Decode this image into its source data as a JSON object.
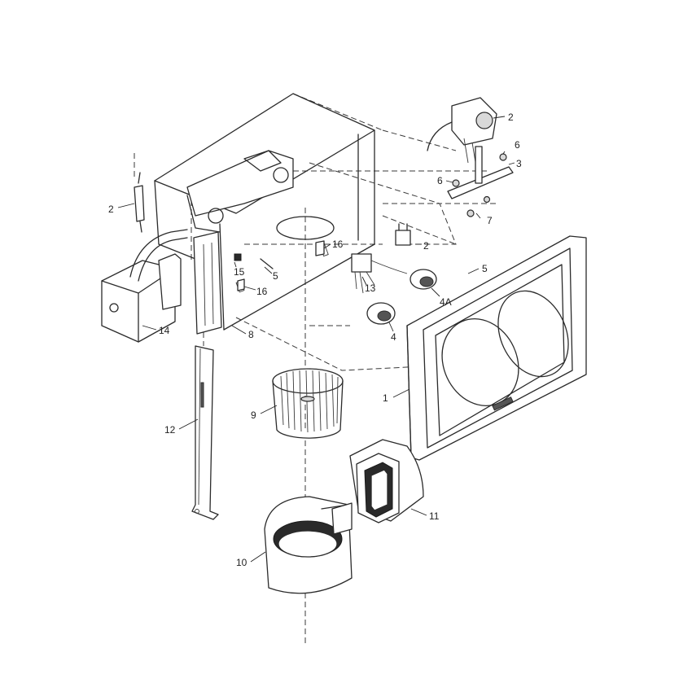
{
  "callouts": [
    {
      "id": "c1",
      "label": "1"
    },
    {
      "id": "c2a",
      "label": "2"
    },
    {
      "id": "c2b",
      "label": "2"
    },
    {
      "id": "c2c",
      "label": "2"
    },
    {
      "id": "c3",
      "label": "3"
    },
    {
      "id": "c4",
      "label": "4"
    },
    {
      "id": "c4a",
      "label": "4A"
    },
    {
      "id": "c5a",
      "label": "5"
    },
    {
      "id": "c5b",
      "label": "5"
    },
    {
      "id": "c6a",
      "label": "6"
    },
    {
      "id": "c6b",
      "label": "6"
    },
    {
      "id": "c7",
      "label": "7"
    },
    {
      "id": "c8",
      "label": "8"
    },
    {
      "id": "c9",
      "label": "9"
    },
    {
      "id": "c10",
      "label": "10"
    },
    {
      "id": "c11",
      "label": "11"
    },
    {
      "id": "c12",
      "label": "12"
    },
    {
      "id": "c13",
      "label": "13"
    },
    {
      "id": "c14",
      "label": "14"
    },
    {
      "id": "c15",
      "label": "15"
    },
    {
      "id": "c16a",
      "label": "16"
    },
    {
      "id": "c16b",
      "label": "16"
    }
  ]
}
